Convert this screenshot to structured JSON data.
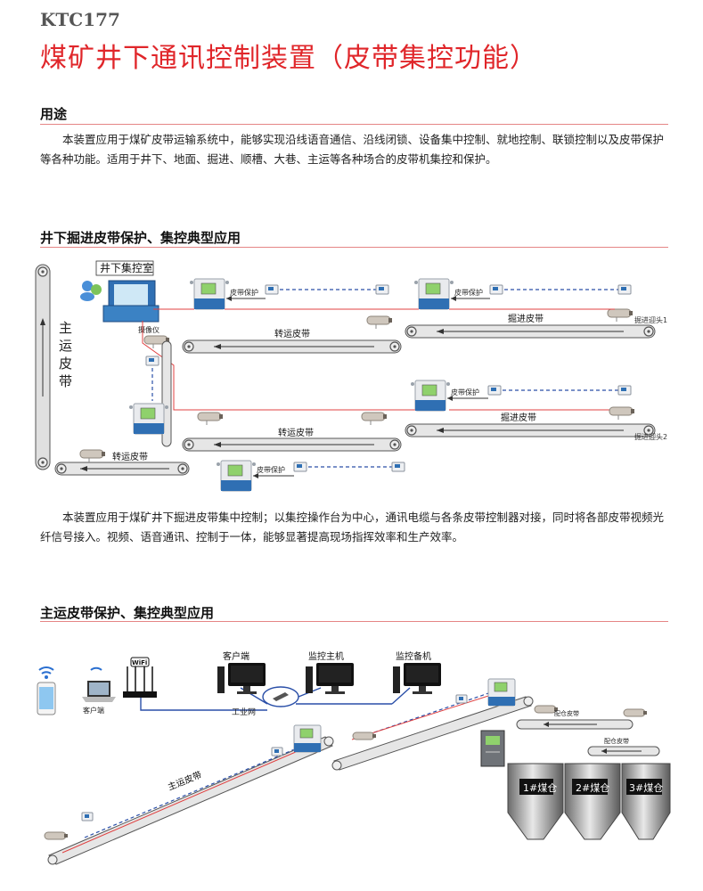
{
  "header": {
    "model": "KTC177",
    "title": "煤矿井下通讯控制装置（皮带集控功能）"
  },
  "section_usage": {
    "title": "用途",
    "text": "本装置应用于煤矿皮带运输系统中，能够实现沿线语音通信、沿线闭锁、设备集中控制、就地控制、联锁控制以及皮带保护等各种功能。适用于井下、地面、掘进、顺槽、大巷、主运等各种场合的皮带机集控和保护。"
  },
  "section_tunnel": {
    "title": "井下掘进皮带保护、集控典型应用",
    "labels": {
      "control_room": "井下集控室",
      "main_belt": "主运皮带",
      "camera": "摄像仪",
      "belt_protection": "皮带保护",
      "transfer_belt": "转运皮带",
      "driving_belt": "掘进皮带",
      "heading_1": "掘进迎头1",
      "heading_2": "掘进迎头2"
    },
    "text": "本装置应用于煤矿井下掘进皮带集中控制；以集控操作台为中心，通讯电缆与各条皮带控制器对接，同时将各部皮带视频光纤信号接入。视频、语音通讯、控制于一体，能够显著提高现场指挥效率和生产效率。"
  },
  "section_main": {
    "title": "主运皮带保护、集控典型应用",
    "labels": {
      "wifi": "WiFi",
      "client": "客户端",
      "monitor_main": "监控主机",
      "monitor_backup": "监控备机",
      "industrial_net": "工业网",
      "main_belt": "主运皮带",
      "feed_belt": "配仓皮带",
      "bin_1": "1#煤仓",
      "bin_2": "2#煤仓",
      "bin_3": "3#煤仓"
    }
  },
  "colors": {
    "title_red": "#e0262a",
    "signal_red": "#e04040",
    "comm_blue": "#2a4fa8",
    "device_blue": "#2f6fb3"
  }
}
